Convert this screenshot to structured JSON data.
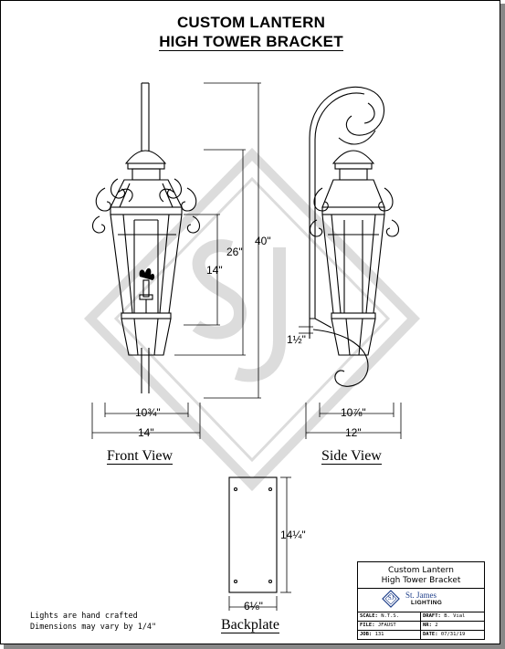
{
  "title": {
    "line1": "CUSTOM LANTERN",
    "line2": "HIGH TOWER BRACKET"
  },
  "views": {
    "front": "Front View",
    "side": "Side View",
    "backplate": "Backplate"
  },
  "dimensions": {
    "overall_height": "40\"",
    "lantern_height": "26\"",
    "glass_height": "14\"",
    "front_inner_width": "10¾\"",
    "front_outer_width": "14\"",
    "side_inner_width": "10⅞\"",
    "side_outer_width": "12\"",
    "side_offset": "1½\"",
    "backplate_height": "14¼\"",
    "backplate_width": "6⅛\""
  },
  "notes": {
    "line1": "Lights are hand crafted",
    "line2": "Dimensions may vary by 1/4\""
  },
  "logo": {
    "line1": "St. James",
    "line2": "LIGHTING",
    "monogram": "SJ"
  },
  "title_block": {
    "title_line1": "Custom Lantern",
    "title_line2": "High Tower Bracket",
    "scale_label": "SCALE:",
    "scale_value": "N.T.S.",
    "draft_label": "DRAFT:",
    "draft_value": "B. Vial",
    "file_label": "FILE:",
    "file_value": "JFAUST",
    "nr_label": "NR:",
    "nr_value": "2",
    "job_label": "JOB:",
    "job_value": "131",
    "date_label": "DATE:",
    "date_value": "07/31/19"
  }
}
